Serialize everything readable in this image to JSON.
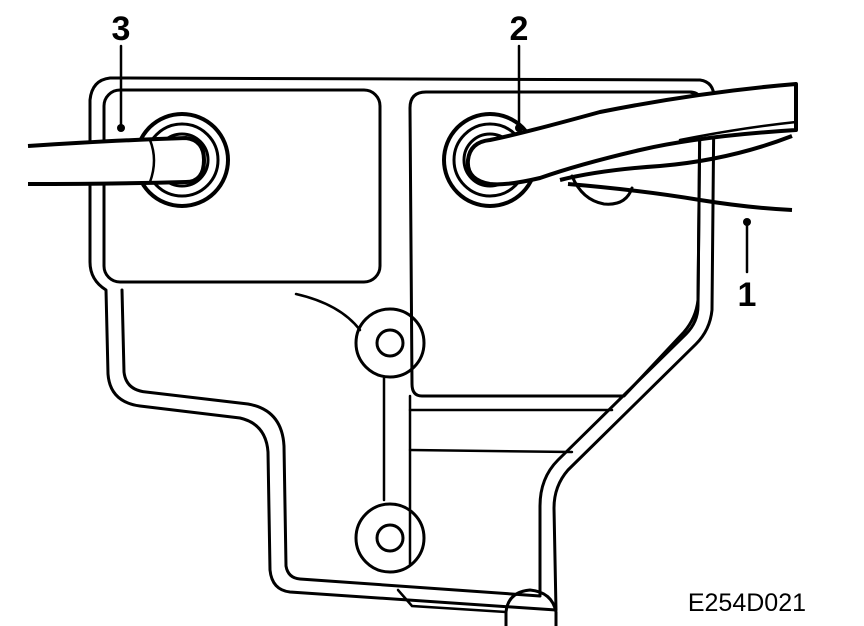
{
  "callouts": {
    "label_1": "1",
    "label_2": "2",
    "label_3": "3"
  },
  "figure_code": "E254D021",
  "colors": {
    "ink": "#000000",
    "paper": "#ffffff"
  }
}
